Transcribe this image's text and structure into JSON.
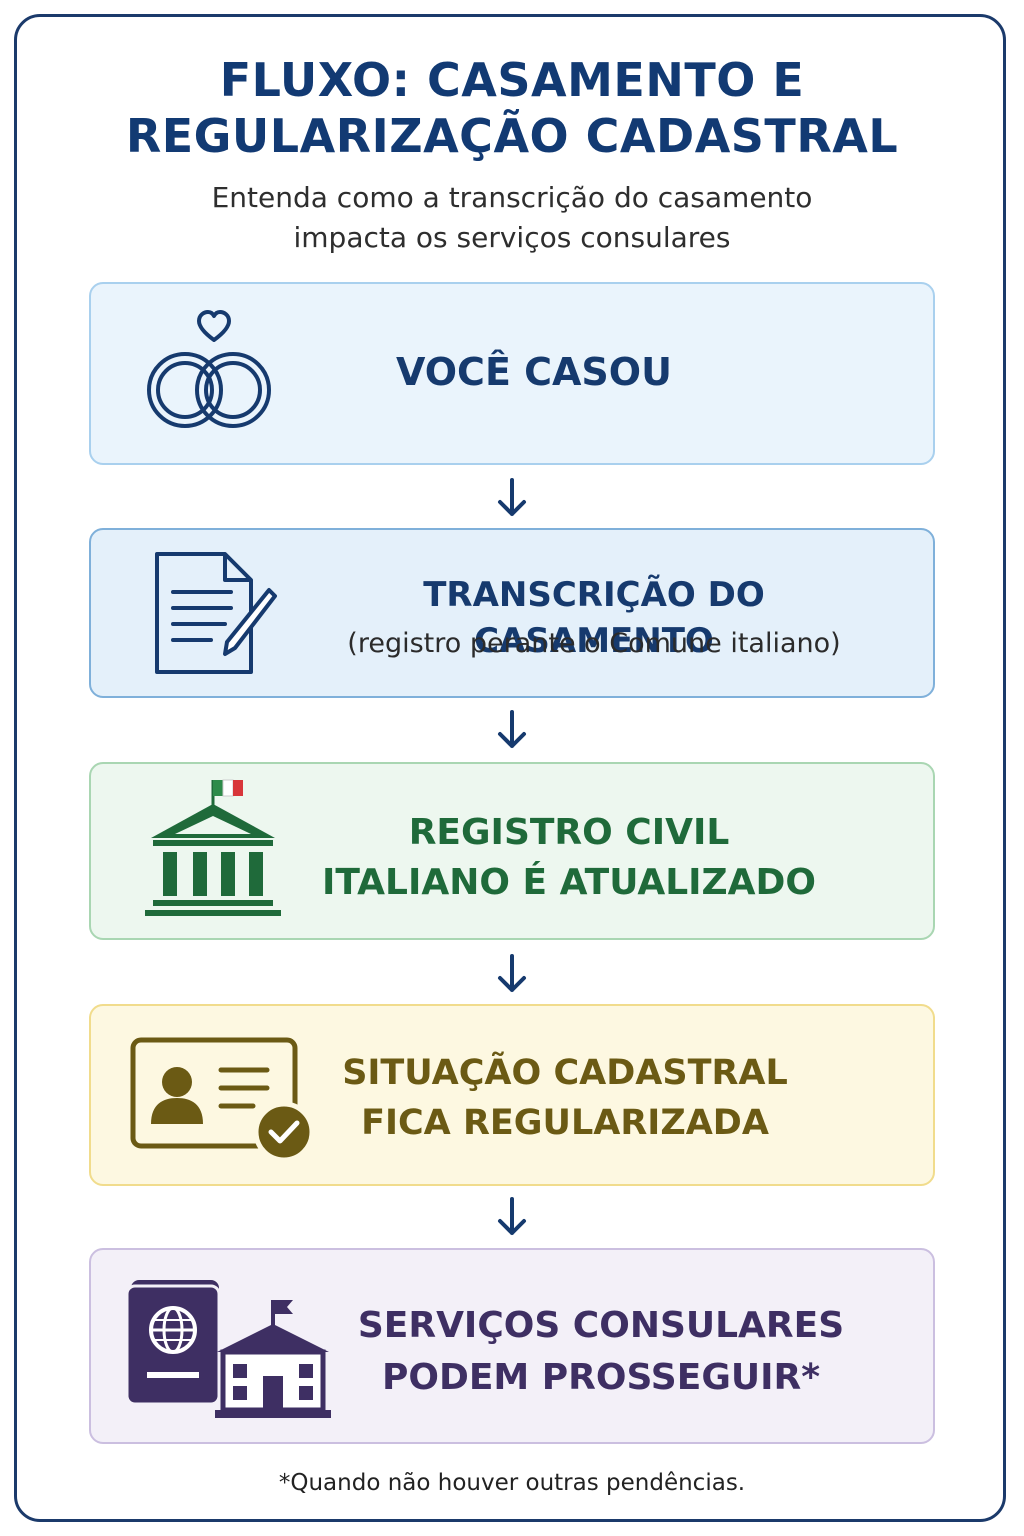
{
  "header": {
    "title_line1": "FLUXO: CASAMENTO E",
    "title_line2": "REGULARIZAÇÃO CADASTRAL",
    "subtitle_line1": "Entenda como a transcrição do casamento",
    "subtitle_line2": "impacta os serviços consulares"
  },
  "steps": [
    {
      "icon": "wedding-rings-icon",
      "line1": "VOCÊ CASOU",
      "color": "#163a6e",
      "bg": "#eaf4fc",
      "border": "#a9d0ee"
    },
    {
      "icon": "document-pen-icon",
      "line1": "TRANSCRIÇÃO DO CASAMENTO",
      "detail": "(registro perante o Comune italiano)",
      "color": "#163a6e",
      "bg": "#e4f0fa",
      "border": "#7fb0da"
    },
    {
      "icon": "government-building-icon",
      "line1": "REGISTRO CIVIL",
      "line2": "ITALIANO É ATUALIZADO",
      "color": "#1f6a3a",
      "bg": "#edf7ef",
      "border": "#a9d6b2"
    },
    {
      "icon": "id-card-check-icon",
      "line1": "SITUAÇÃO CADASTRAL",
      "line2": "FICA REGULARIZADA",
      "color": "#6b5a14",
      "bg": "#fdf8e1",
      "border": "#f1dc8c"
    },
    {
      "icon": "passport-consulate-icon",
      "line1": "SERVIÇOS CONSULARES",
      "line2": "PODEM PROSSEGUIR*",
      "color": "#3e2f63",
      "bg": "#f3f0f8",
      "border": "#cbbfe0"
    }
  ],
  "footnote": "*Quando não houver outras pendências."
}
